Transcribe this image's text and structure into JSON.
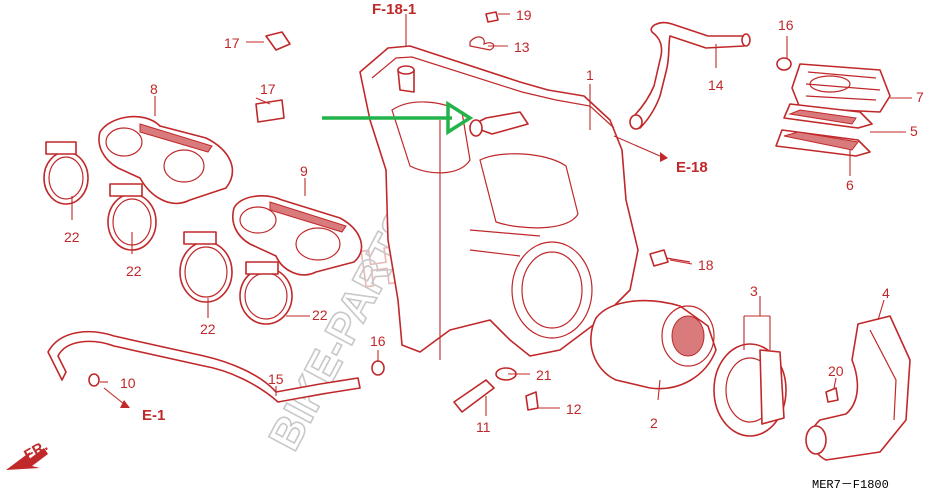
{
  "diagram": {
    "watermark_text": "BIKE-PARTS.FR",
    "watermark_secondary": "HONDA",
    "figure_code": "MER7－F1800",
    "orientation_arrow_label": "FR.",
    "references": [
      {
        "id": "ref-f-18-1",
        "text": "F-18-1"
      },
      {
        "id": "ref-e-18",
        "text": "E-18"
      },
      {
        "id": "ref-e-1",
        "text": "E-1"
      }
    ],
    "part_numbers": {
      "p1": "1",
      "p2": "2",
      "p3": "3",
      "p4": "4",
      "p5": "5",
      "p6": "6",
      "p7": "7",
      "p8": "8",
      "p9": "9",
      "p10": "10",
      "p11": "11",
      "p12": "12",
      "p13": "13",
      "p14": "14",
      "p15": "15",
      "p16a": "16",
      "p16b": "16",
      "p17a": "17",
      "p17b": "17",
      "p18": "18",
      "p19": "19",
      "p20": "20",
      "p21": "21",
      "p22a": "22",
      "p22b": "22",
      "p22c": "22",
      "p22d": "22"
    },
    "colors": {
      "line": "#c0282a",
      "highlight_arrow": "#22b34a",
      "watermark": "#c8c8c8"
    }
  }
}
